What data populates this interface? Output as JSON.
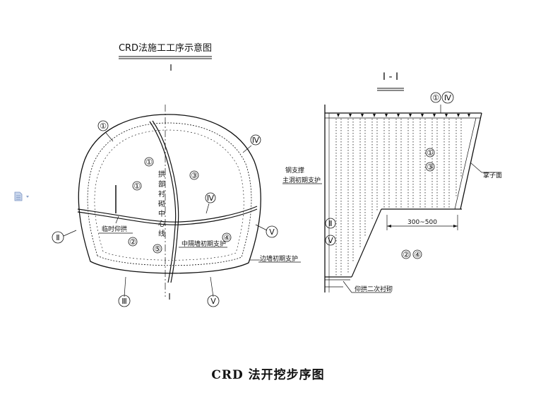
{
  "left_diagram": {
    "title": "CRD法施工工序示意图",
    "section_mark_top": "I",
    "section_mark_bottom": "I",
    "vertical_label_chars": [
      "拱",
      "部",
      "衬",
      "砌",
      "中",
      "心",
      "线"
    ],
    "labels": {
      "temp_invert": "临时仰拱",
      "middle_wall": "中隔墙初期支护",
      "side_wall": "边墙初期支护"
    },
    "circled": {
      "c1_top": "①",
      "c1_inner_a": "①",
      "c1_inner_b": "①",
      "c2": "②",
      "c3": "③",
      "c4": "④",
      "c5": "⑤",
      "r2": "Ⅱ",
      "r3": "Ⅲ",
      "r4_top": "Ⅳ",
      "r4_mid": "Ⅳ",
      "r5_right": "Ⅴ",
      "r5_bottom": "Ⅴ"
    }
  },
  "right_diagram": {
    "title": "I - I",
    "labels": {
      "steel_support": "钢支撑",
      "primary_support": "主洞初期支护",
      "face": "掌子面",
      "dimension": "300~500",
      "invert_lining": "仰拱二次衬砌"
    },
    "circled": {
      "top_1": "①",
      "top_4": "Ⅳ",
      "mid_1": "①",
      "mid_3": "③",
      "left_2": "Ⅱ",
      "left_5": "Ⅴ",
      "bottom_2": "②",
      "bottom_4": "④"
    }
  },
  "caption": "CRD 法开挖步序图",
  "icons": [
    "document-icon",
    "chevron-down-icon"
  ]
}
